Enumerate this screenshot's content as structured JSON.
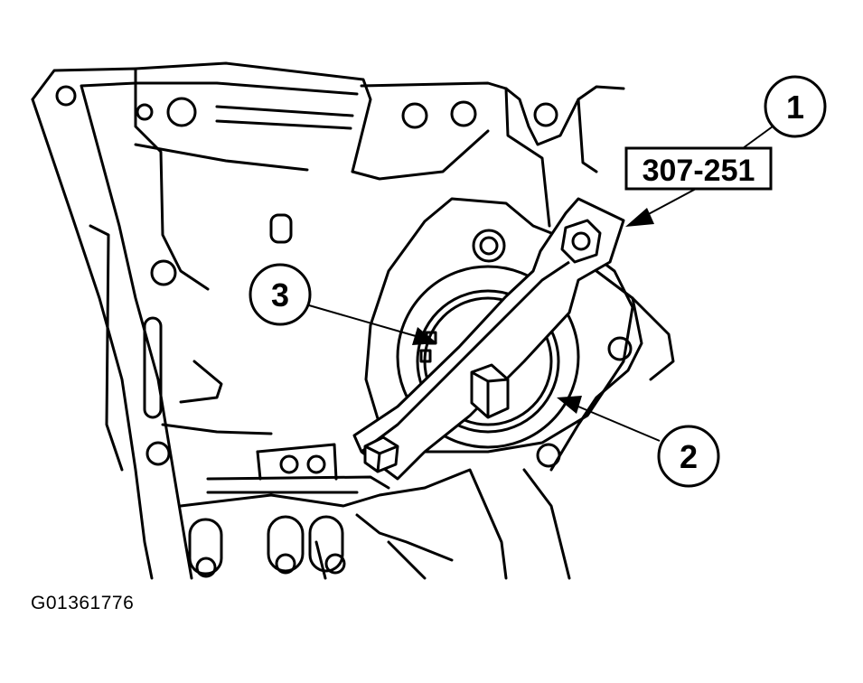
{
  "diagram": {
    "figure_id": "G01361776",
    "tool_label": "307-251",
    "callouts": [
      {
        "number": "1",
        "meaning": "tool"
      },
      {
        "number": "2",
        "meaning": "seal"
      },
      {
        "number": "3",
        "meaning": "mark"
      }
    ]
  },
  "colors": {
    "line": "#000000",
    "background": "#ffffff"
  }
}
